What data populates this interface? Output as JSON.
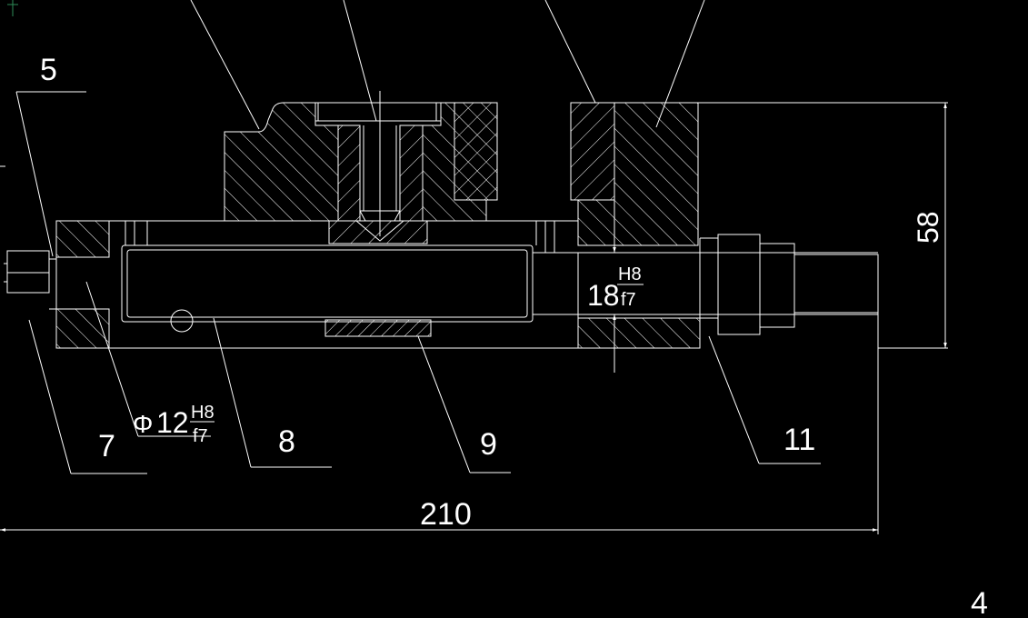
{
  "drawing": {
    "part_numbers": [
      "5",
      "7",
      "8",
      "9",
      "11",
      "4"
    ],
    "dimensions": {
      "overall_length": "210",
      "height": "58",
      "fit_left": {
        "symbol": "Φ",
        "size": "12",
        "hole": "H8",
        "shaft": "f7"
      },
      "fit_right": {
        "size": "18",
        "hole": "H8",
        "shaft": "f7"
      }
    },
    "colors": {
      "background": "#000000",
      "line": "#ffffff",
      "ucs_icon": "#2e8b57"
    }
  }
}
